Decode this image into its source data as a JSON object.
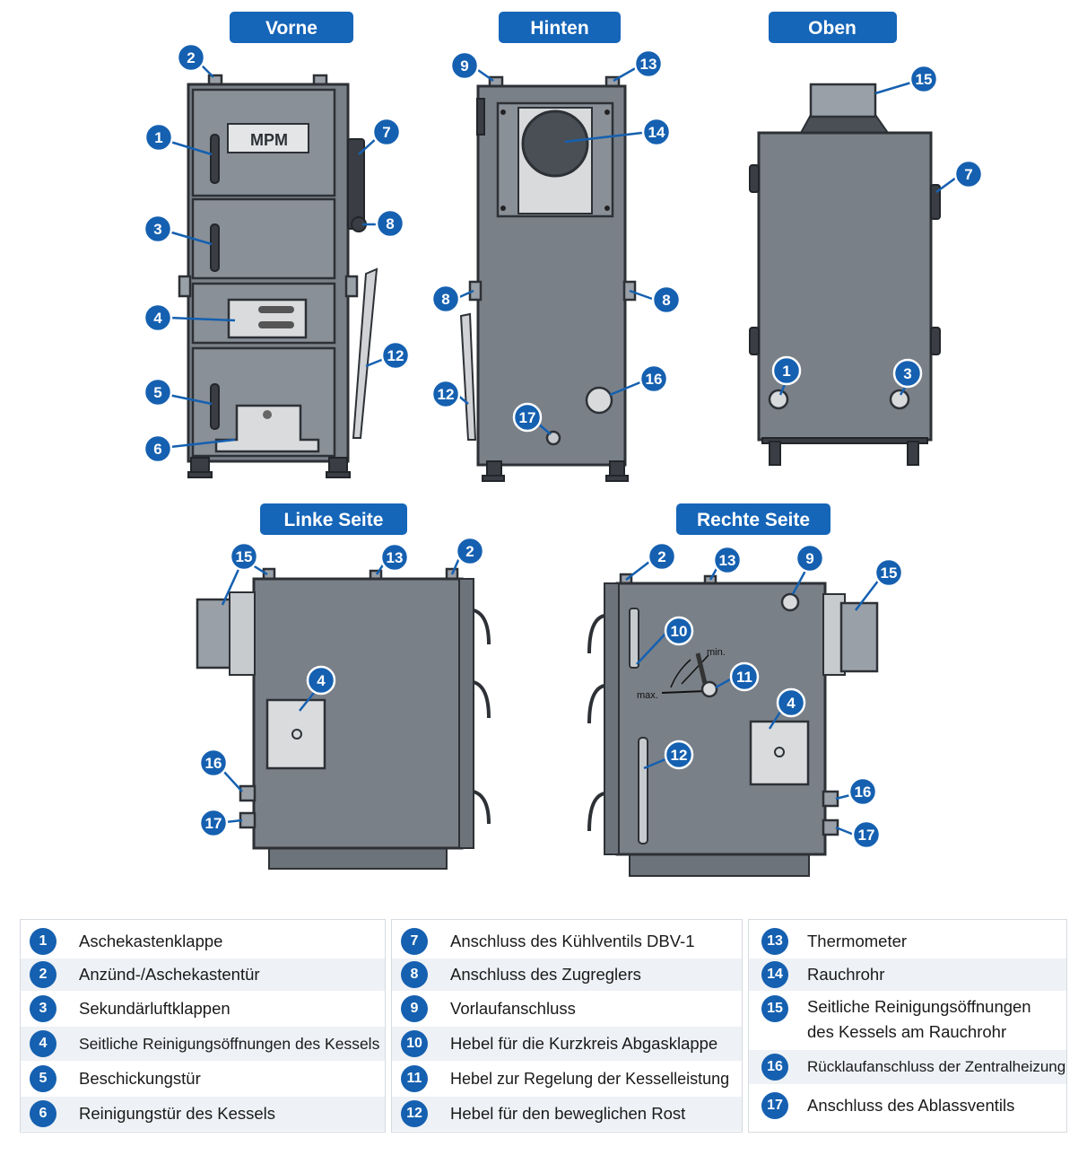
{
  "views": {
    "front": "Vorne",
    "back": "Hinten",
    "top": "Oben",
    "left": "Linke Seite",
    "right": "Rechte Seite"
  },
  "brand_logo": "MPM",
  "damper_labels": {
    "min": "min.",
    "max": "max."
  },
  "markers": {
    "front": [
      "2",
      "1",
      "7",
      "3",
      "8",
      "4",
      "12",
      "5",
      "6"
    ],
    "back": [
      "9",
      "13",
      "14",
      "8",
      "8",
      "12",
      "16",
      "17"
    ],
    "top": [
      "15",
      "7",
      "1",
      "3"
    ],
    "left": [
      "15",
      "13",
      "2",
      "4",
      "16",
      "17"
    ],
    "right": [
      "2",
      "13",
      "9",
      "15",
      "10",
      "11",
      "4",
      "12",
      "16",
      "17"
    ]
  },
  "legend": [
    {
      "num": "1",
      "label": "Aschekastenklappe"
    },
    {
      "num": "2",
      "label": "Anzünd-/Aschekastentür"
    },
    {
      "num": "3",
      "label": "Sekundärluftklappen"
    },
    {
      "num": "4",
      "label": "Seitliche Reinigungsöffnungen des Kessels"
    },
    {
      "num": "5",
      "label": "Beschickungstür"
    },
    {
      "num": "6",
      "label": "Reinigungstür des Kessels"
    },
    {
      "num": "7",
      "label": "Anschluss des Kühlventils DBV-1"
    },
    {
      "num": "8",
      "label": "Anschluss des Zugreglers"
    },
    {
      "num": "9",
      "label": "Vorlaufanschluss"
    },
    {
      "num": "10",
      "label": "Hebel für die Kurzkreis Abgasklappe"
    },
    {
      "num": "11",
      "label": "Hebel zur Regelung der Kesselleistung"
    },
    {
      "num": "12",
      "label": "Hebel für den beweglichen Rost"
    },
    {
      "num": "13",
      "label": "Thermometer"
    },
    {
      "num": "14",
      "label": "Rauchrohr"
    },
    {
      "num": "15",
      "label": "Seitliche Reinigungsöffnungen des Kessels am Rauchrohr"
    },
    {
      "num": "16",
      "label": "Rücklaufanschluss der Zentralheizung"
    },
    {
      "num": "17",
      "label": "Anschluss des Ablassventils"
    }
  ],
  "colors": {
    "accent": "#1560b0",
    "body": "#7a8088",
    "row_alt": "#eef1f5"
  }
}
